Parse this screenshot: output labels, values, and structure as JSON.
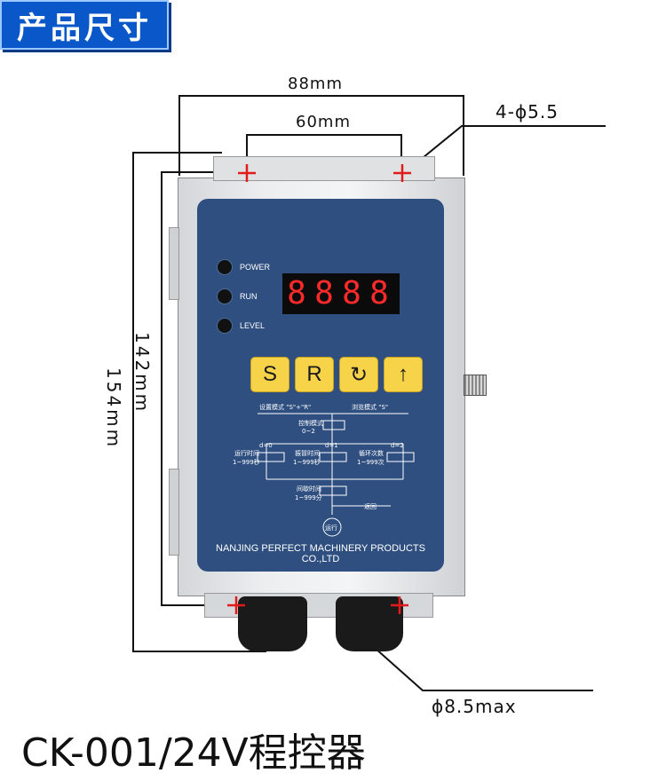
{
  "header": {
    "tag": "产品尺寸"
  },
  "dimensions": {
    "width_outer": "88mm",
    "width_holes": "60mm",
    "hole_spec": "4-ϕ5.5",
    "height_holes": "142mm",
    "height_outer": "154mm",
    "gland": "ϕ8.5max"
  },
  "panel": {
    "led_power": "POWER",
    "led_run": "RUN",
    "led_level": "LEVEL",
    "display_digits": [
      "8",
      "8",
      "8",
      "8"
    ],
    "keys": {
      "s": "S",
      "r": "R",
      "cycle": "↻",
      "up": "↑"
    },
    "company": "NANJING PERFECT MACHINERY PRODUCTS CO.,LTD",
    "flow": {
      "setup_mode": "设置模式 \"S\"+\"R\"",
      "browse_mode": "浏览模式 \"S\"",
      "control_mode": "控制模式",
      "control_range": "0~2",
      "run_time": "运行时间",
      "run_range": "1~999秒",
      "vibrate_time": "振冒时间",
      "vibrate_range": "1~999秒",
      "cycle_count": "循环次数",
      "cycle_range": "1~999次",
      "pause_time": "间歇时间",
      "pause_range": "1~999分",
      "return": "返回",
      "running": "运行",
      "d0": "d=0",
      "d1": "d=1",
      "d2": "d=2"
    }
  },
  "model": {
    "title": "CK-001/24V程控器"
  },
  "colors": {
    "panel": "#2e4f7f",
    "keys": "#f7d34a",
    "marker": "#e11a1a",
    "tag": "#0a57c9"
  }
}
